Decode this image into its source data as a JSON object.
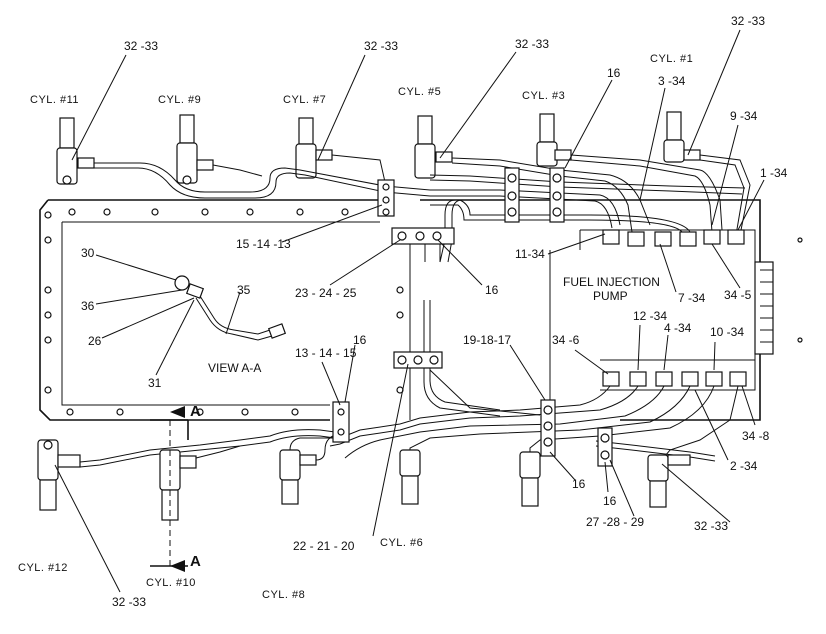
{
  "labels": {
    "cyl_11": "CYL. #11",
    "cyl_9": "CYL. #9",
    "cyl_7": "CYL. #7",
    "cyl_5": "CYL. #5",
    "cyl_3": "CYL. #3",
    "cyl_1": "CYL. #1",
    "cyl_12": "CYL. #12",
    "cyl_10": "CYL. #10",
    "cyl_8": "CYL. #8",
    "cyl_6": "CYL. #6",
    "pump": [
      "FUEL INJECTION",
      "PUMP"
    ],
    "view": "VIEW A-A",
    "section_a": "A",
    "callouts": {
      "c32_33_a": "32 -33",
      "c32_33_b": "32 -33",
      "c32_33_c": "32 -33",
      "c32_33_d": "32 -33",
      "c32_33_e": "32 -33",
      "c32_33_f": "32 -33",
      "c16_a": "16",
      "c16_b": "16",
      "c16_c": "16",
      "c16_d": "16",
      "c16_e": "16",
      "c3_34": "3 -34",
      "c9_34": "9 -34",
      "c1_34": "1 -34",
      "c11_34": "11-34",
      "c7_34": "7 -34",
      "c34_5": "34 -5",
      "c12_34": "12 -34",
      "c4_34": "4 -34",
      "c10_34": "10 -34",
      "c34_6": "34 -6",
      "c34_8": "34 -8",
      "c2_34": "2 -34",
      "c15_14_13": "15 -14 -13",
      "c23_24_25": "23 - 24 - 25",
      "c13_14_15": "13 - 14 - 15",
      "c19_18_17": "19-18-17",
      "c22_21_20": "22 - 21 - 20",
      "c27_28_29": "27 -28 - 29",
      "c30": "30",
      "c36": "36",
      "c26": "26",
      "c31": "31",
      "c35": "35"
    }
  }
}
